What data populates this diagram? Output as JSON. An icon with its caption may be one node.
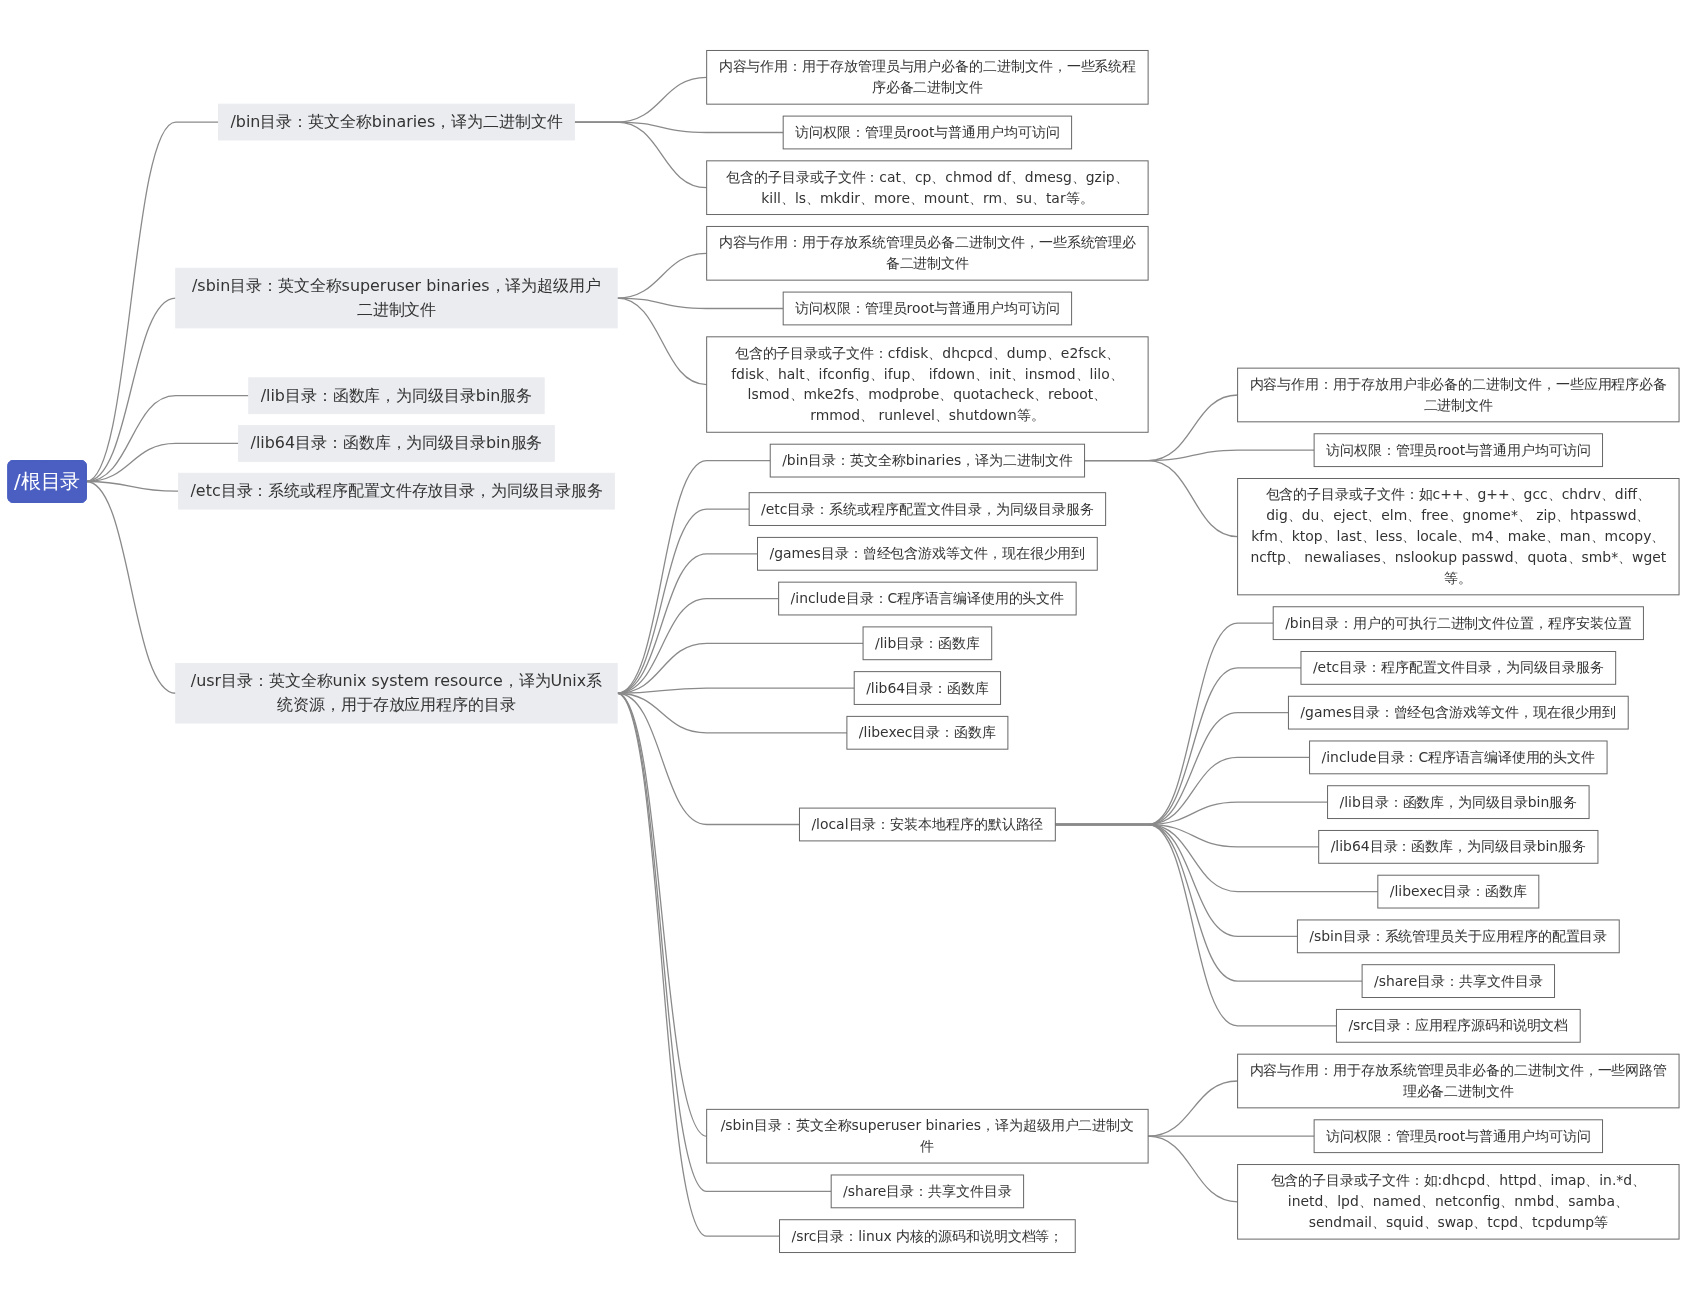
{
  "diagram": {
    "nodes": [
      {
        "text": [
          "/根目录"
        ]
      },
      {
        "text": [
          "/bin目录：英文全称binaries，译为二进制文件"
        ]
      },
      {
        "text": [
          "内容与作用：用于存放管理员与用户必备的二进制文件，一些系统程序必备二进制文件"
        ]
      },
      {
        "text": [
          "访问权限：管理员root与普通用户均可访问"
        ]
      },
      {
        "text": [
          "包含的子目录或子文件：cat、cp、chmod df、dmesg、gzip、kill、ls、mkdir、more、mount、rm、su、tar等。"
        ]
      },
      {
        "text": [
          "/sbin目录：英文全称superuser binaries，译为超级用户二进制文件"
        ]
      },
      {
        "text": [
          "内容与作用：用于存放系统管理员必备二进制文件，一些系统管理必备二进制文件"
        ]
      },
      {
        "text": [
          "访问权限：管理员root与普通用户均可访问"
        ]
      },
      {
        "text": [
          "包含的子目录或子文件：cfdisk、dhcpcd、dump、e2fsck、fdisk、halt、ifconfig、ifup、 ifdown、init、insmod、lilo、lsmod、mke2fs、modprobe、quotacheck、reboot、rmmod、 runlevel、shutdown等。"
        ]
      },
      {
        "text": [
          "/lib目录：函数库，为同级目录bin服务"
        ]
      },
      {
        "text": [
          "/lib64目录：函数库，为同级目录bin服务"
        ]
      },
      {
        "text": [
          "/etc目录：系统或程序配置文件存放目录，为同级目录服务"
        ]
      },
      {
        "text": [
          "/usr目录：英文全称unix system resource，译为Unix系统资源，用于存放应用程序的目录"
        ]
      },
      {
        "text": [
          "/bin目录：英文全称binaries，译为二进制文件"
        ]
      },
      {
        "text": [
          "内容与作用：用于存放用户非必备的二进制文件，一些应用程序必备二进制文件"
        ]
      },
      {
        "text": [
          "访问权限：管理员root与普通用户均可访问"
        ]
      },
      {
        "text": [
          "包含的子目录或子文件：如c++、g++、gcc、chdrv、diff、dig、du、eject、elm、free、gnome*、 zip、htpasswd、kfm、ktop、last、less、locale、m4、make、man、mcopy、ncftp、 newaliases、nslookup passwd、quota、smb*、wget等。"
        ]
      },
      {
        "text": [
          "/etc目录：系统或程序配置文件目录，为同级目录服务"
        ]
      },
      {
        "text": [
          "/games目录：曾经包含游戏等文件，现在很少用到"
        ]
      },
      {
        "text": [
          "/include目录：C程序语言编译使用的头文件"
        ]
      },
      {
        "text": [
          "/lib目录：函数库"
        ]
      },
      {
        "text": [
          "/lib64目录：函数库"
        ]
      },
      {
        "text": [
          "/libexec目录：函数库"
        ]
      },
      {
        "text": [
          "/local目录：安装本地程序的默认路径"
        ]
      },
      {
        "text": [
          "/bin目录：用户的可执行二进制文件位置，程序安装位置"
        ]
      },
      {
        "text": [
          "/etc目录：程序配置文件目录，为同级目录服务"
        ]
      },
      {
        "text": [
          "/games目录：曾经包含游戏等文件，现在很少用到"
        ]
      },
      {
        "text": [
          "/include目录：C程序语言编译使用的头文件"
        ]
      },
      {
        "text": [
          "/lib目录：函数库，为同级目录bin服务"
        ]
      },
      {
        "text": [
          "/lib64目录：函数库，为同级目录bin服务"
        ]
      },
      {
        "text": [
          "/libexec目录：函数库"
        ]
      },
      {
        "text": [
          "/sbin目录：系统管理员关于应用程序的配置目录"
        ]
      },
      {
        "text": [
          "/share目录：共享文件目录"
        ]
      },
      {
        "text": [
          "/src目录：应用程序源码和说明文档"
        ]
      },
      {
        "text": [
          "/sbin目录：英文全称superuser binaries，译为超级用户二进制文件"
        ]
      },
      {
        "text": [
          "内容与作用：用于存放系统管理员非必备的二进制文件，一些网路管理必备二进制文件"
        ]
      },
      {
        "text": [
          "访问权限：管理员root与普通用户均可访问"
        ]
      },
      {
        "text": [
          "包含的子目录或子文件：如:dhcpd、httpd、imap、in.*d、inetd、lpd、named、netconfig、nmbd、samba、sendmail、squid、swap、tcpd、tcpdump等"
        ]
      },
      {
        "text": [
          "/share目录：共享文件目录"
        ]
      },
      {
        "text": [
          "/src目录：linux 内核的源码和说明文档等；"
        ]
      }
    ],
    "edges": [
      {
        "from": 0,
        "to": 1,
        "arrow": "none"
      },
      {
        "from": 1,
        "to": 2,
        "arrow": "none"
      },
      {
        "from": 1,
        "to": 3,
        "arrow": "none"
      },
      {
        "from": 1,
        "to": 4,
        "arrow": "none"
      },
      {
        "from": 0,
        "to": 5,
        "arrow": "none"
      },
      {
        "from": 5,
        "to": 6,
        "arrow": "none"
      },
      {
        "from": 5,
        "to": 7,
        "arrow": "none"
      },
      {
        "from": 5,
        "to": 8,
        "arrow": "none"
      },
      {
        "from": 0,
        "to": 9,
        "arrow": "none"
      },
      {
        "from": 0,
        "to": 10,
        "arrow": "none"
      },
      {
        "from": 0,
        "to": 11,
        "arrow": "none"
      },
      {
        "from": 0,
        "to": 12,
        "arrow": "none"
      },
      {
        "from": 12,
        "to": 13,
        "arrow": "none"
      },
      {
        "from": 13,
        "to": 14,
        "arrow": "none"
      },
      {
        "from": 13,
        "to": 15,
        "arrow": "none"
      },
      {
        "from": 13,
        "to": 16,
        "arrow": "none"
      },
      {
        "from": 12,
        "to": 17,
        "arrow": "none"
      },
      {
        "from": 12,
        "to": 18,
        "arrow": "none"
      },
      {
        "from": 12,
        "to": 19,
        "arrow": "none"
      },
      {
        "from": 12,
        "to": 20,
        "arrow": "none"
      },
      {
        "from": 12,
        "to": 21,
        "arrow": "none"
      },
      {
        "from": 12,
        "to": 22,
        "arrow": "none"
      },
      {
        "from": 12,
        "to": 23,
        "arrow": "none"
      },
      {
        "from": 23,
        "to": 24,
        "arrow": "none"
      },
      {
        "from": 23,
        "to": 25,
        "arrow": "none"
      },
      {
        "from": 23,
        "to": 26,
        "arrow": "none"
      },
      {
        "from": 23,
        "to": 27,
        "arrow": "none"
      },
      {
        "from": 23,
        "to": 28,
        "arrow": "none"
      },
      {
        "from": 23,
        "to": 29,
        "arrow": "none"
      },
      {
        "from": 23,
        "to": 30,
        "arrow": "none"
      },
      {
        "from": 23,
        "to": 31,
        "arrow": "none"
      },
      {
        "from": 23,
        "to": 32,
        "arrow": "none"
      },
      {
        "from": 23,
        "to": 33,
        "arrow": "none"
      },
      {
        "from": 12,
        "to": 34,
        "arrow": "none"
      },
      {
        "from": 34,
        "to": 35,
        "arrow": "none"
      },
      {
        "from": 34,
        "to": 36,
        "arrow": "none"
      },
      {
        "from": 34,
        "to": 37,
        "arrow": "none"
      },
      {
        "from": 12,
        "to": 38,
        "arrow": "none"
      },
      {
        "from": 12,
        "to": 39,
        "arrow": "none"
      }
    ]
  }
}
